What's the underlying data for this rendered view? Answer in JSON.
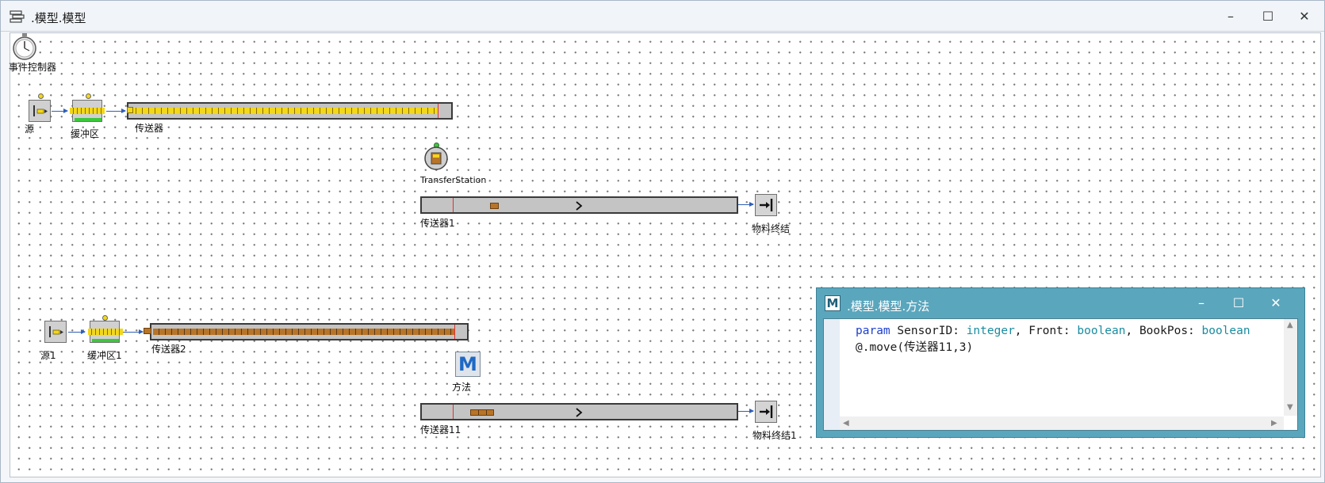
{
  "window": {
    "title": ".模型.模型",
    "icon": "frame-icon",
    "controls": {
      "minimize": "–",
      "maximize": "☐",
      "close": "✕"
    }
  },
  "objects": {
    "event_controller": {
      "label": "事件控制器",
      "icon": "stopwatch-icon"
    },
    "source": {
      "label": "源"
    },
    "buffer": {
      "label": "缓冲区"
    },
    "conveyor": {
      "label": "传送器"
    },
    "transfer_station": {
      "label": "TransferStation"
    },
    "conveyor1": {
      "label": "传送器1"
    },
    "drain": {
      "label": "物料终结"
    },
    "source1": {
      "label": "源1"
    },
    "buffer1": {
      "label": "缓冲区1"
    },
    "conveyor2": {
      "label": "传送器2"
    },
    "method": {
      "label": "方法",
      "icon_letter": "M"
    },
    "conveyor11": {
      "label": "传送器11"
    },
    "drain1": {
      "label": "物料终结1"
    }
  },
  "method_window": {
    "title": ".模型.模型.方法",
    "icon_letter": "M",
    "controls": {
      "minimize": "–",
      "maximize": "☐",
      "close": "✕"
    },
    "code": {
      "kw_param": "param",
      "p1_name": " SensorID: ",
      "p1_type": "integer",
      "p2_name": ", Front: ",
      "p2_type": "boolean",
      "p3_name": ", BookPos: ",
      "p3_type": "boolean",
      "line2": "@.move(传送器11,3)"
    }
  },
  "colors": {
    "accent": "#5aa6bd",
    "part": "#b7752a",
    "busy": "#f2d71c",
    "ok": "#3cc83c",
    "sensor": "#e03030",
    "link": "#2f5fb8"
  }
}
